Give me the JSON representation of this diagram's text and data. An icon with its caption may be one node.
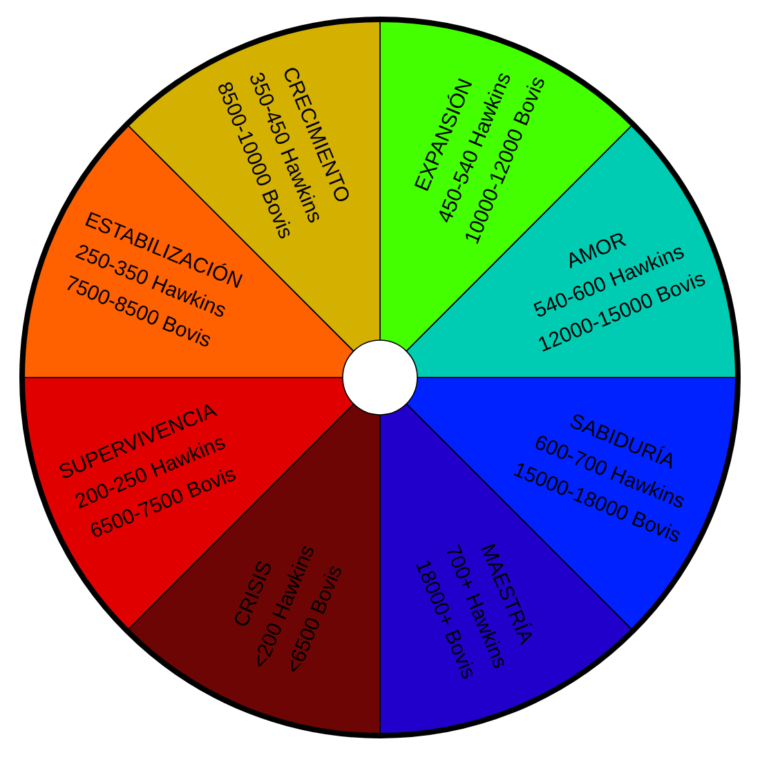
{
  "diagram": {
    "nodes": [
      {
        "text": [
          "EXPANSIÓN",
          "450-540 Hawkins",
          "10000-12000 Bovis"
        ]
      },
      {
        "text": [
          "AMOR",
          "540-600 Hawkins",
          "12000-15000 Bovis"
        ]
      },
      {
        "text": [
          "SABIDURÍA",
          "600-700 Hawkins",
          "15000-18000 Bovis"
        ]
      },
      {
        "text": [
          "MAESTRÍA",
          "700+ Hawkins",
          "18000+ Bovis"
        ]
      },
      {
        "text": [
          "CRISIS",
          "<200 Hawkins",
          "<6500 Bovis"
        ]
      },
      {
        "text": [
          "SUPERVIVENCIA",
          "200-250 Hawkins",
          "6500-7500 Bovis"
        ]
      },
      {
        "text": [
          "ESTABILIZACIÓN",
          "250-350 Hawkins",
          "7500-8500 Bovis"
        ]
      },
      {
        "text": [
          "CRECIMIENTO",
          "350-450 Hawkins",
          "8500-10000 Bovis"
        ]
      }
    ]
  }
}
